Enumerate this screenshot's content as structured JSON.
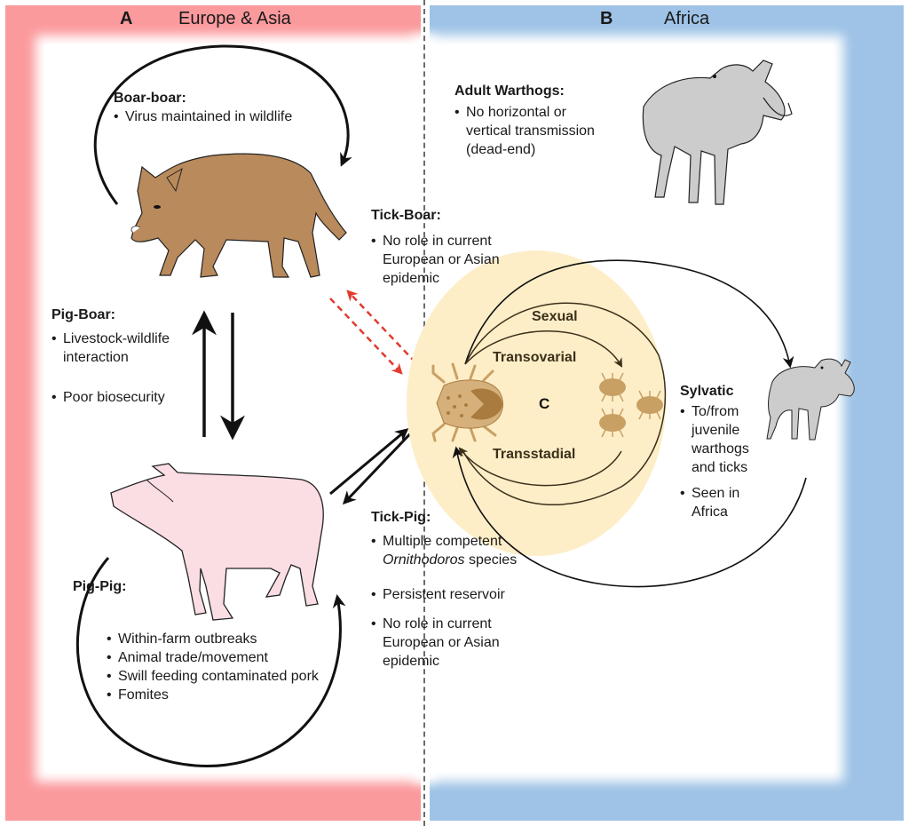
{
  "panels": {
    "a": {
      "letter": "A",
      "title": "Europe & Asia",
      "color": "#fb9a9d"
    },
    "b": {
      "letter": "B",
      "title": "Africa",
      "color": "#9ec3e6"
    },
    "c": {
      "letter": "C",
      "color": "#fdeec8"
    }
  },
  "boar_boar": {
    "title": "Boar-boar:",
    "bullets": [
      "Virus maintained in wildlife"
    ]
  },
  "pig_boar": {
    "title": "Pig-Boar:",
    "bullets": [
      "Livestock-wildlife interaction",
      "Poor biosecurity"
    ]
  },
  "pig_pig": {
    "title": "Pig-Pig:",
    "bullets": [
      "Within-farm outbreaks",
      "Animal trade/movement",
      "Swill feeding contaminated pork",
      "Fomites"
    ]
  },
  "tick_boar": {
    "title": "Tick-Boar:",
    "bullets": [
      "No role in current European or Asian epidemic"
    ]
  },
  "tick_pig": {
    "title": "Tick-Pig:",
    "bullet1_pre": "Multiple competent",
    "bullet1_italic": "Ornithodoros",
    "bullet1_post": "species",
    "bullets": [
      "Persistent reservoir",
      "No role in current European or Asian epidemic"
    ]
  },
  "adult_warthogs": {
    "title": "Adult Warthogs:",
    "bullets": [
      "No horizontal or vertical transmission (dead-end)"
    ]
  },
  "sylvatic": {
    "title": "Sylvatic",
    "bullets": [
      "To/from juvenile warthogs and ticks",
      "Seen in Africa"
    ]
  },
  "tick_cycle": {
    "labels": [
      "Sexual",
      "Transovarial",
      "Transstadial"
    ]
  },
  "colors": {
    "boar": "#b98a5c",
    "pig": "#fbdde4",
    "warthog": "#cccccc",
    "tick": "#c9a064",
    "tick_dark": "#a97b3e",
    "risk_arrow": "#e23b2e"
  }
}
